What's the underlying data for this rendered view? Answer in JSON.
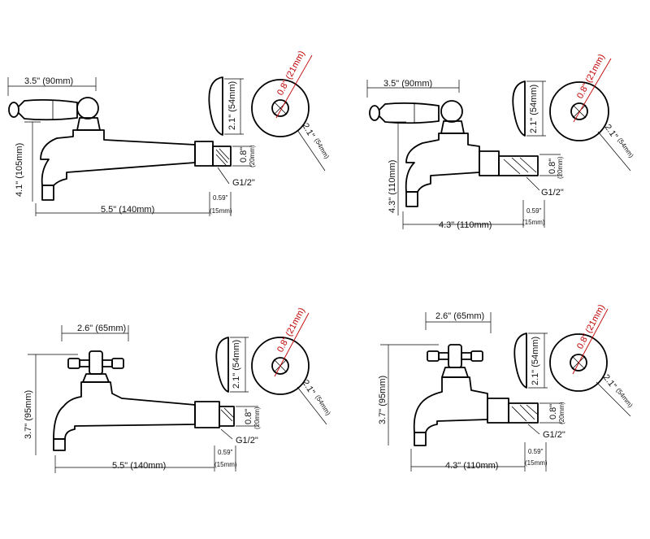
{
  "colors": {
    "line": "#000000",
    "accent": "#c00000",
    "background": "#ffffff"
  },
  "diagrams": [
    {
      "handle": "lever",
      "spout": "long",
      "width_label": "3.5\" (90mm)",
      "height_label": "4.1\" (105mm)",
      "length_label": "5.5\" (140mm)",
      "outlet_label": "0.8\"",
      "outlet_mm": "(20mm)",
      "thread_label": "G1/2\"",
      "thread_len_label": "0.59\"",
      "thread_len_mm": "(15mm)",
      "flange_height_label": "2.1\" (54mm)",
      "flange_dia_label": "2.1\"",
      "flange_dia_mm": "(54mm)",
      "hole_label": "0.8\" (21mm)"
    },
    {
      "handle": "lever",
      "spout": "short",
      "width_label": "3.5\" (90mm)",
      "height_label": "4.3\" (110mm)",
      "length_label": "4.3\" (110mm)",
      "outlet_label": "0.8\"",
      "outlet_mm": "(20mm)",
      "thread_label": "G1/2\"",
      "thread_len_label": "0.59\"",
      "thread_len_mm": "(15mm)",
      "flange_height_label": "2.1\" (54mm)",
      "flange_dia_label": "2.1\"",
      "flange_dia_mm": "(54mm)",
      "hole_label": "0.8\" (21mm)"
    },
    {
      "handle": "cross",
      "spout": "long",
      "width_label": "2.6\" (65mm)",
      "height_label": "3.7\" (95mm)",
      "length_label": "5.5\" (140mm)",
      "outlet_label": "0.8\"",
      "outlet_mm": "(20mm)",
      "thread_label": "G1/2\"",
      "thread_len_label": "0.59\"",
      "thread_len_mm": "(15mm)",
      "flange_height_label": "2.1\" (54mm)",
      "flange_dia_label": "2.1\"",
      "flange_dia_mm": "(54mm)",
      "hole_label": "0.8\" (21mm)"
    },
    {
      "handle": "cross",
      "spout": "short",
      "width_label": "2.6\" (65mm)",
      "height_label": "3.7\" (95mm)",
      "length_label": "4.3\" (110mm)",
      "outlet_label": "0.8\"",
      "outlet_mm": "(20mm)",
      "thread_label": "G1/2\"",
      "thread_len_label": "0.59\"",
      "thread_len_mm": "(15mm)",
      "flange_height_label": "2.1\" (54mm)",
      "flange_dia_label": "2.1\"",
      "flange_dia_mm": "(54mm)",
      "hole_label": "0.8\" (21mm)"
    }
  ]
}
